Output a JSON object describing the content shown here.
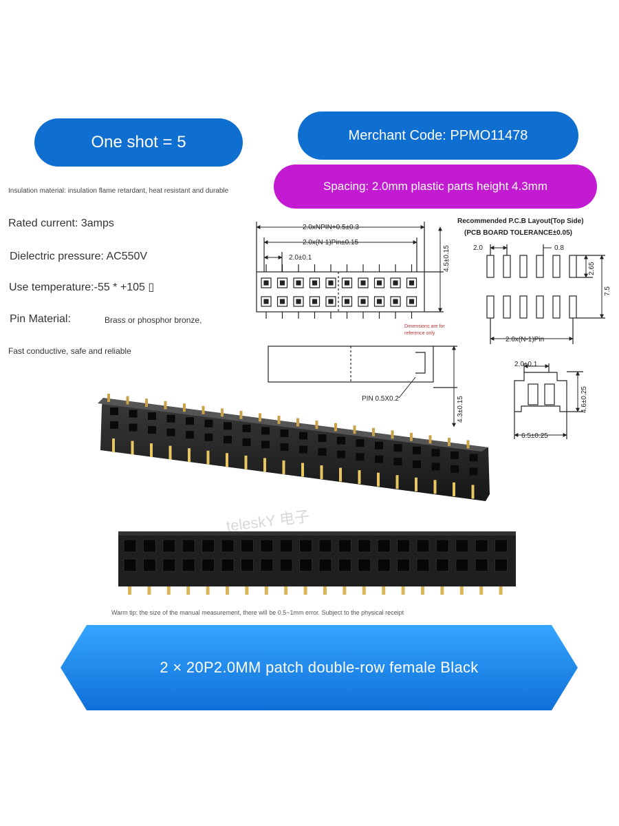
{
  "badges": {
    "one_shot": "One shot = 5",
    "merchant_code": "Merchant Code: PPMO11478",
    "spacing": "Spacing: 2.0mm plastic parts height 4.3mm"
  },
  "specs": {
    "insulation": "Insulation material: insulation flame retardant, heat resistant and durable",
    "rated_current": "Rated current: 3amps",
    "dielectric": "Dielectric pressure: AC550V",
    "temperature": "Use temperature:-55 * +105 ▯",
    "pin_material_label": "Pin Material:",
    "pin_material_value": "Brass or phosphor bronze,",
    "fast_conductive": "Fast conductive, safe and reliable"
  },
  "diagram": {
    "dim_total": "2.0xNPIN+0.5±0.3",
    "dim_pitch_total": "2.0x(N-1)Pin±0.15",
    "dim_pitch": "2.0±0.1",
    "dim_height_side": "4.5±0.15",
    "dim_note_1": "Dimensions are for",
    "dim_note_2": "reference only",
    "pin_size": "PIN  0.5X0.2",
    "side_height": "4.3±0.15",
    "pcb_title": "Recommended P.C.B Layout(Top Side)",
    "pcb_tolerance": "(PCB BOARD TOLERANCE±0.05)",
    "pcb_pitch": "2.0",
    "pcb_pad": "0.8",
    "pcb_pad_len": "2.65",
    "pcb_row": "7.5",
    "pcb_span": "2.0x(N-1)Pin",
    "end_pitch": "2.0±0.1",
    "end_height": "4.6±0.25",
    "end_width": "6.5±0.25"
  },
  "photo_watermark": "teleskY 电子",
  "warm_tip": "Warm tip: the size of the manual measurement, there will be 0.5~1mm error. Subject to the physical receipt",
  "banner": "2 × 20P2.0MM patch double-row female Black",
  "colors": {
    "badge_blue": "#0f6fd0",
    "badge_magenta": "#c21bd1",
    "banner_blue": "#1a8ff0"
  }
}
